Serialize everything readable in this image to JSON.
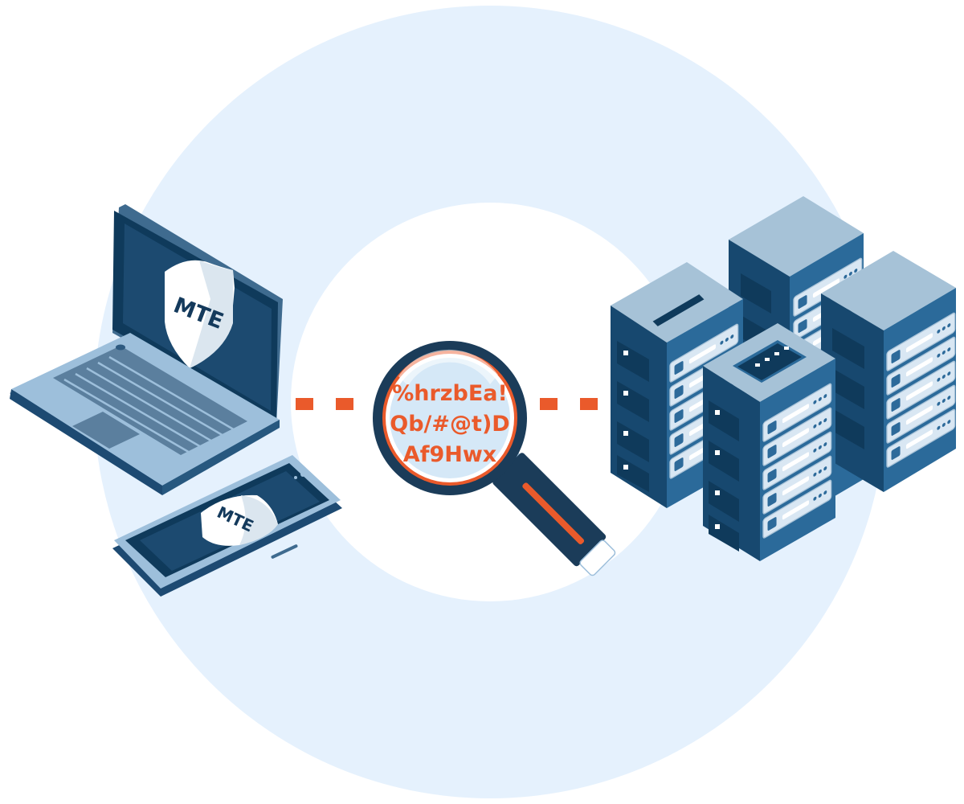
{
  "laptop": {
    "shield_label": "MTE"
  },
  "tablet": {
    "shield_label": "MTE"
  },
  "magnifier": {
    "cipher_lines": [
      "%hrzbEa!",
      "Qb/#@t)D",
      "Af9Hwx"
    ]
  },
  "colors": {
    "ring": "#e5f1fd",
    "accent": "#ea5a2b",
    "device_dark": "#1b4669",
    "device_light": "#9dbfdb",
    "server_blue": "#2b6a9a",
    "server_top": "#a6c2d7"
  }
}
